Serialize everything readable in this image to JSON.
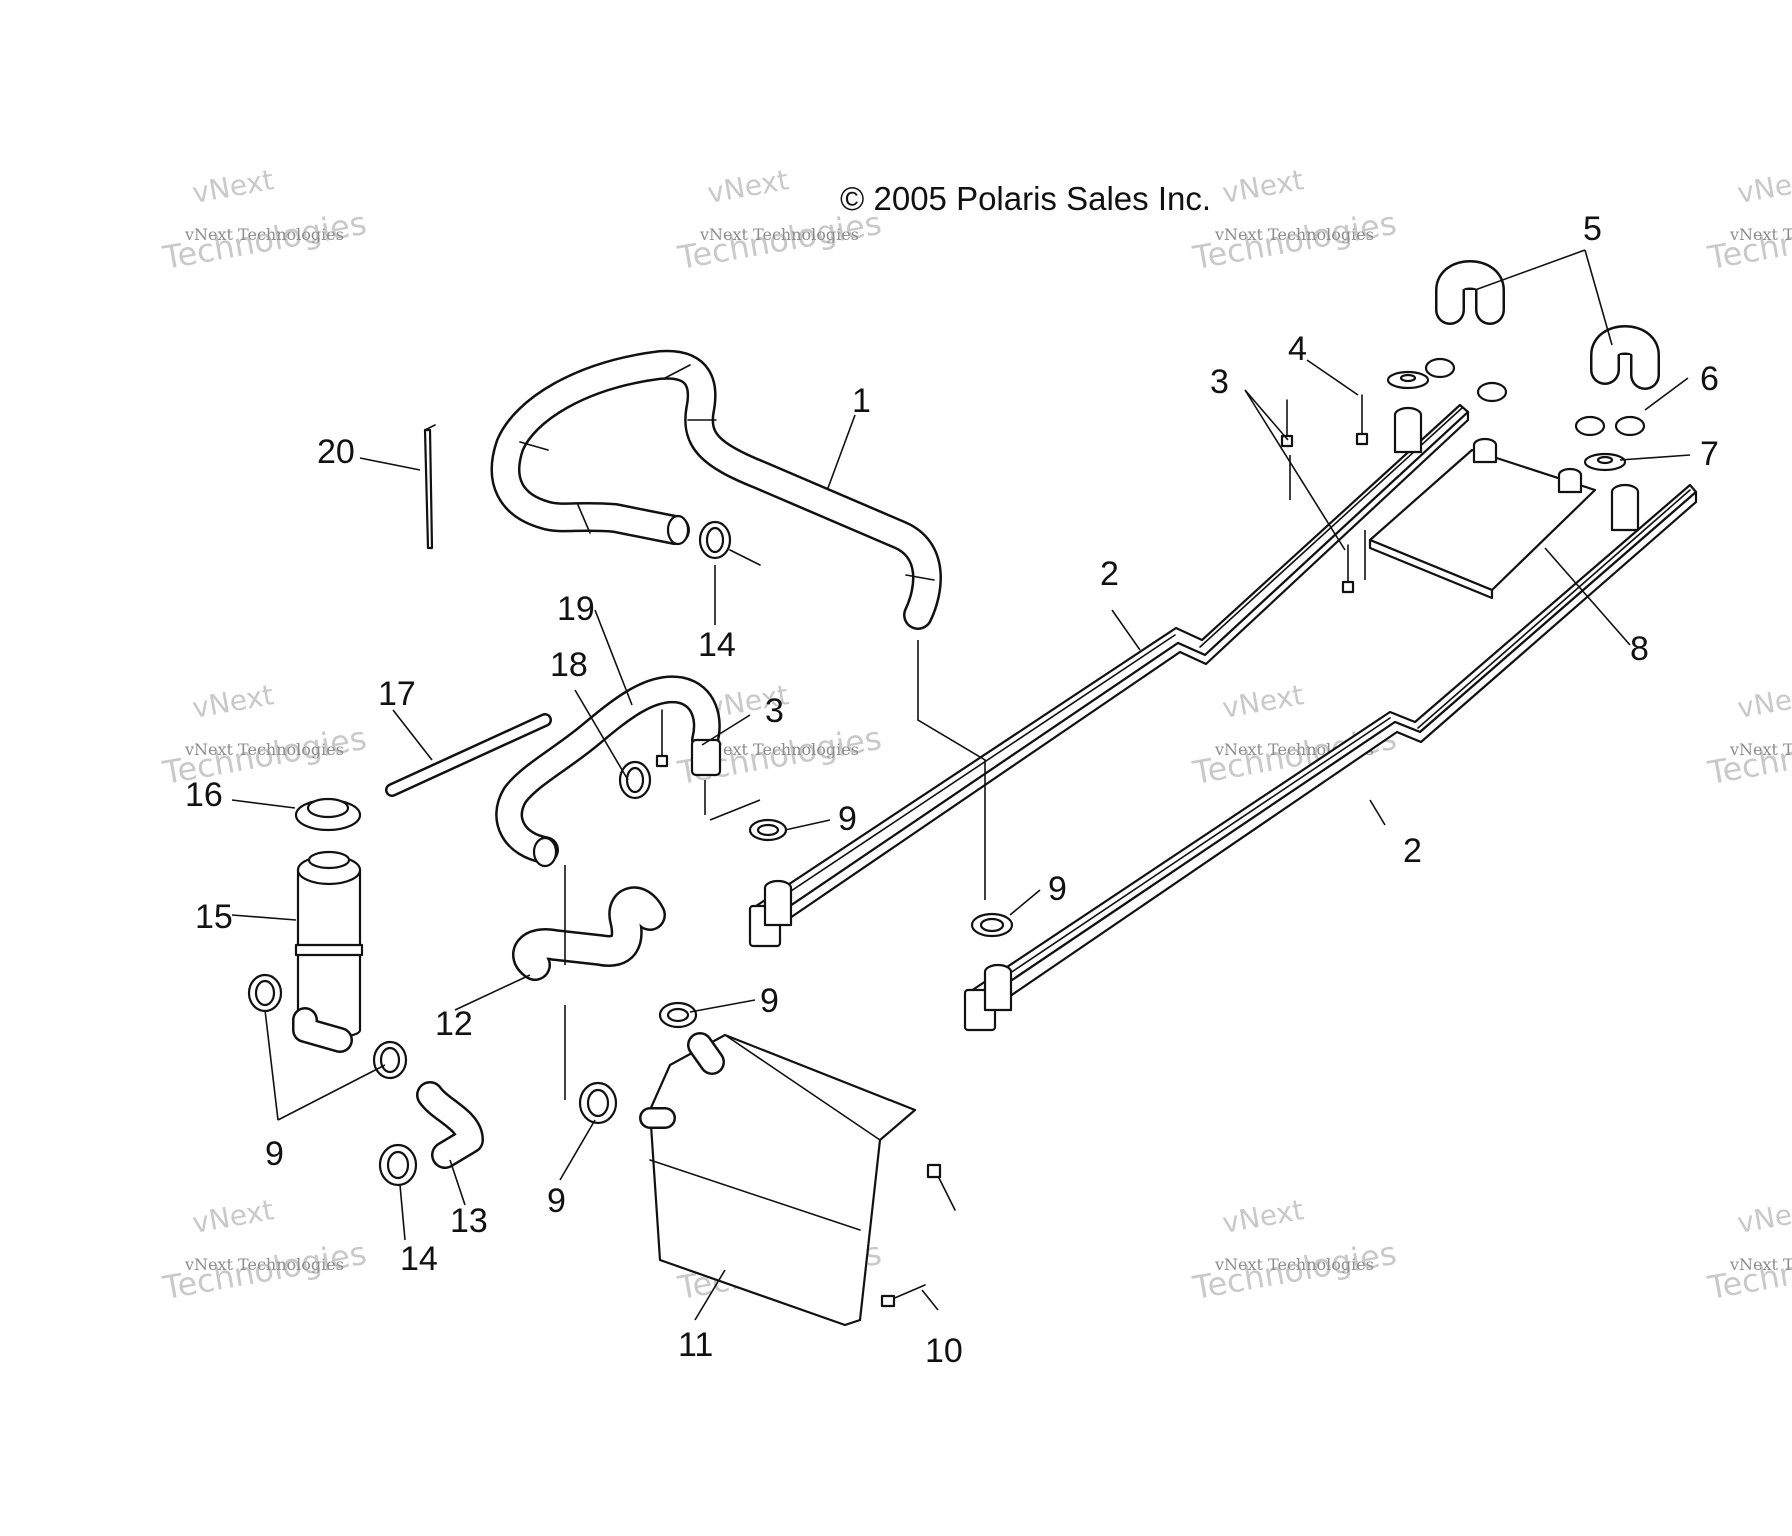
{
  "copyright": "© 2005 Polaris Sales Inc.",
  "watermark": {
    "small": "vNext Technologies",
    "big_line1": "vNext",
    "big_line2": "Technologies"
  },
  "callouts": {
    "c1": "1",
    "c2a": "2",
    "c2b": "2",
    "c3a": "3",
    "c3b": "3",
    "c4": "4",
    "c5": "5",
    "c6": "6",
    "c7": "7",
    "c8": "8",
    "c9a": "9",
    "c9b": "9",
    "c9c": "9",
    "c9d": "9",
    "c9e": "9",
    "c10": "10",
    "c11": "11",
    "c12": "12",
    "c13": "13",
    "c14a": "14",
    "c14b": "14",
    "c15": "15",
    "c16": "16",
    "c17": "17",
    "c18": "18",
    "c19": "19",
    "c20": "20"
  }
}
